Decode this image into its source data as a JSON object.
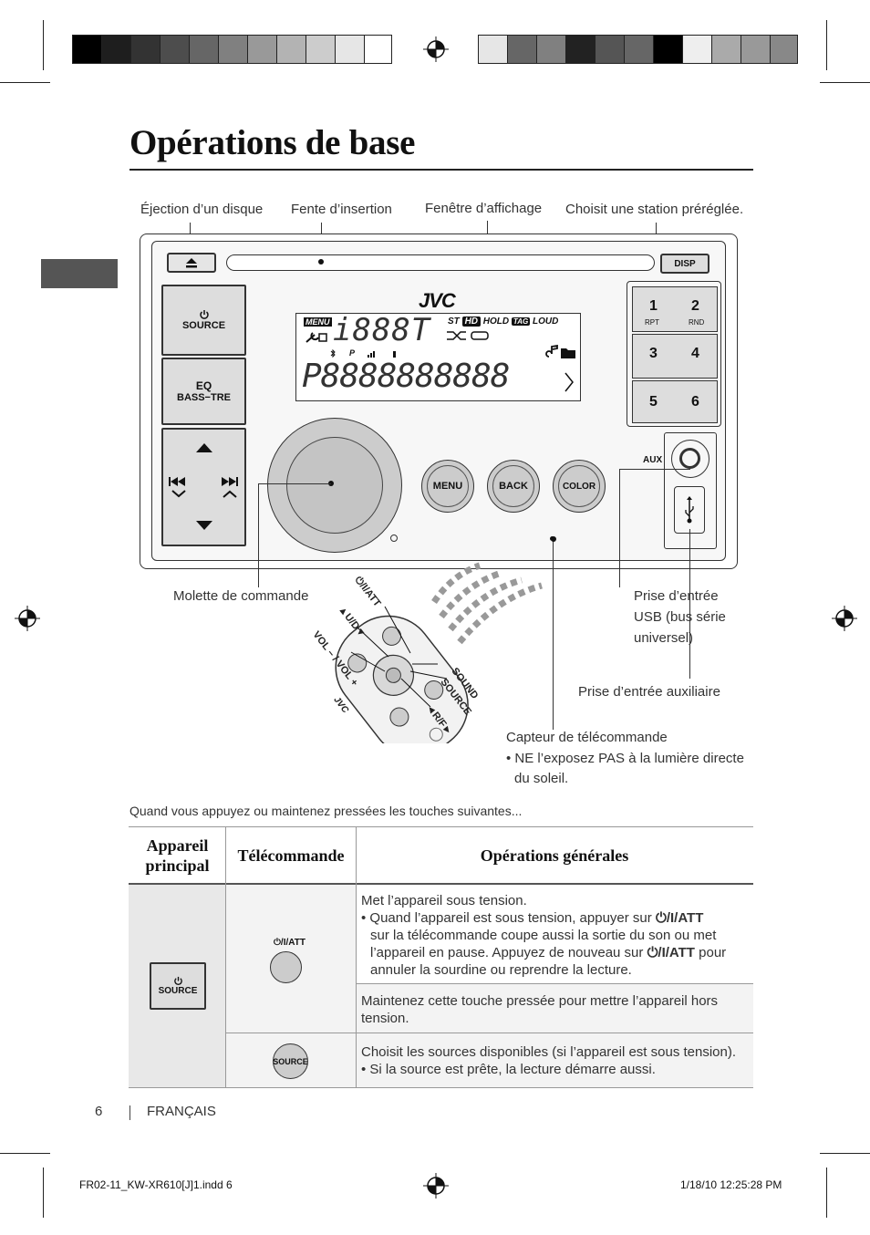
{
  "page": {
    "title": "Opérations de base",
    "page_number": "6",
    "language": "FRANÇAIS",
    "footer_file": "FR02-11_KW-XR610[J]1.indd   6",
    "footer_date": "1/18/10   12:25:28 PM"
  },
  "diagram": {
    "labels": {
      "eject": "Éjection d’un disque",
      "slot": "Fente d’insertion",
      "display": "Fenêtre d’affichage",
      "preset": "Choisit une station préréglée.",
      "dial": "Molette de commande",
      "usb_1": "Prise d’entrée",
      "usb_2": "USB (bus série",
      "usb_3": "universel)",
      "aux": "Prise d’entrée auxiliaire",
      "sensor": "Capteur de télécommande",
      "sensor_note_1": "• NE l’exposez PAS à la lumière directe",
      "sensor_note_2": "du soleil."
    },
    "unit": {
      "brand": "JVC",
      "disp": "DISP",
      "source": "SOURCE",
      "eq": "EQ",
      "bass_tre": "BASS−TRE",
      "menu": "MENU",
      "back": "BACK",
      "color": "COLOR",
      "aux": "AUX",
      "presets": [
        {
          "num": "1",
          "sub": "RPT"
        },
        {
          "num": "2",
          "sub": "RND"
        },
        {
          "num": "3",
          "sub": ""
        },
        {
          "num": "4",
          "sub": ""
        },
        {
          "num": "5",
          "sub": ""
        },
        {
          "num": "6",
          "sub": ""
        }
      ],
      "lcd": {
        "menu_tag": "MENU",
        "st": "ST",
        "hd": "HD",
        "hold": "HOLD",
        "tag": "TAG",
        "loud": "LOUD",
        "digits_top": "i888T",
        "digits_bottom": "P8888888888",
        "p_small": "P"
      }
    },
    "remote": {
      "att": "⏻/I/ATT",
      "ud": "▲U/D▼",
      "vol": "VOL – / VOL +",
      "sound": "SOUND",
      "source": "SOURCE",
      "rf": "◄R/F►",
      "brand": "JVC"
    }
  },
  "intro": "Quand vous appuyez ou maintenez pressées les touches suivantes...",
  "table": {
    "headers": {
      "main_1": "Appareil",
      "main_2": "principal",
      "remote": "Télécommande",
      "ops": "Opérations générales"
    },
    "main_button": "SOURCE",
    "remote_att": "⏻/I/ATT",
    "remote_source": "SOURCE",
    "row1": {
      "l1": "Met l’appareil sous tension.",
      "l2a": "• Quand l’appareil est sous tension, appuyer sur ",
      "l2b": "⏻/I/ATT",
      "l3": "sur la télécommande coupe aussi la sortie du son ou met",
      "l4a": "l’appareil en pause. Appuyez de nouveau sur ",
      "l4b": "⏻/I/ATT",
      "l4c": " pour",
      "l5": "annuler la sourdine ou reprendre la lecture."
    },
    "row2": {
      "l1": "Maintenez cette touche pressée pour mettre l’appareil hors",
      "l2": "tension."
    },
    "row3": {
      "l1": "Choisit les sources disponibles (si l’appareil est sous tension).",
      "l2": "• Si la source est prête, la lecture démarre aussi."
    }
  }
}
